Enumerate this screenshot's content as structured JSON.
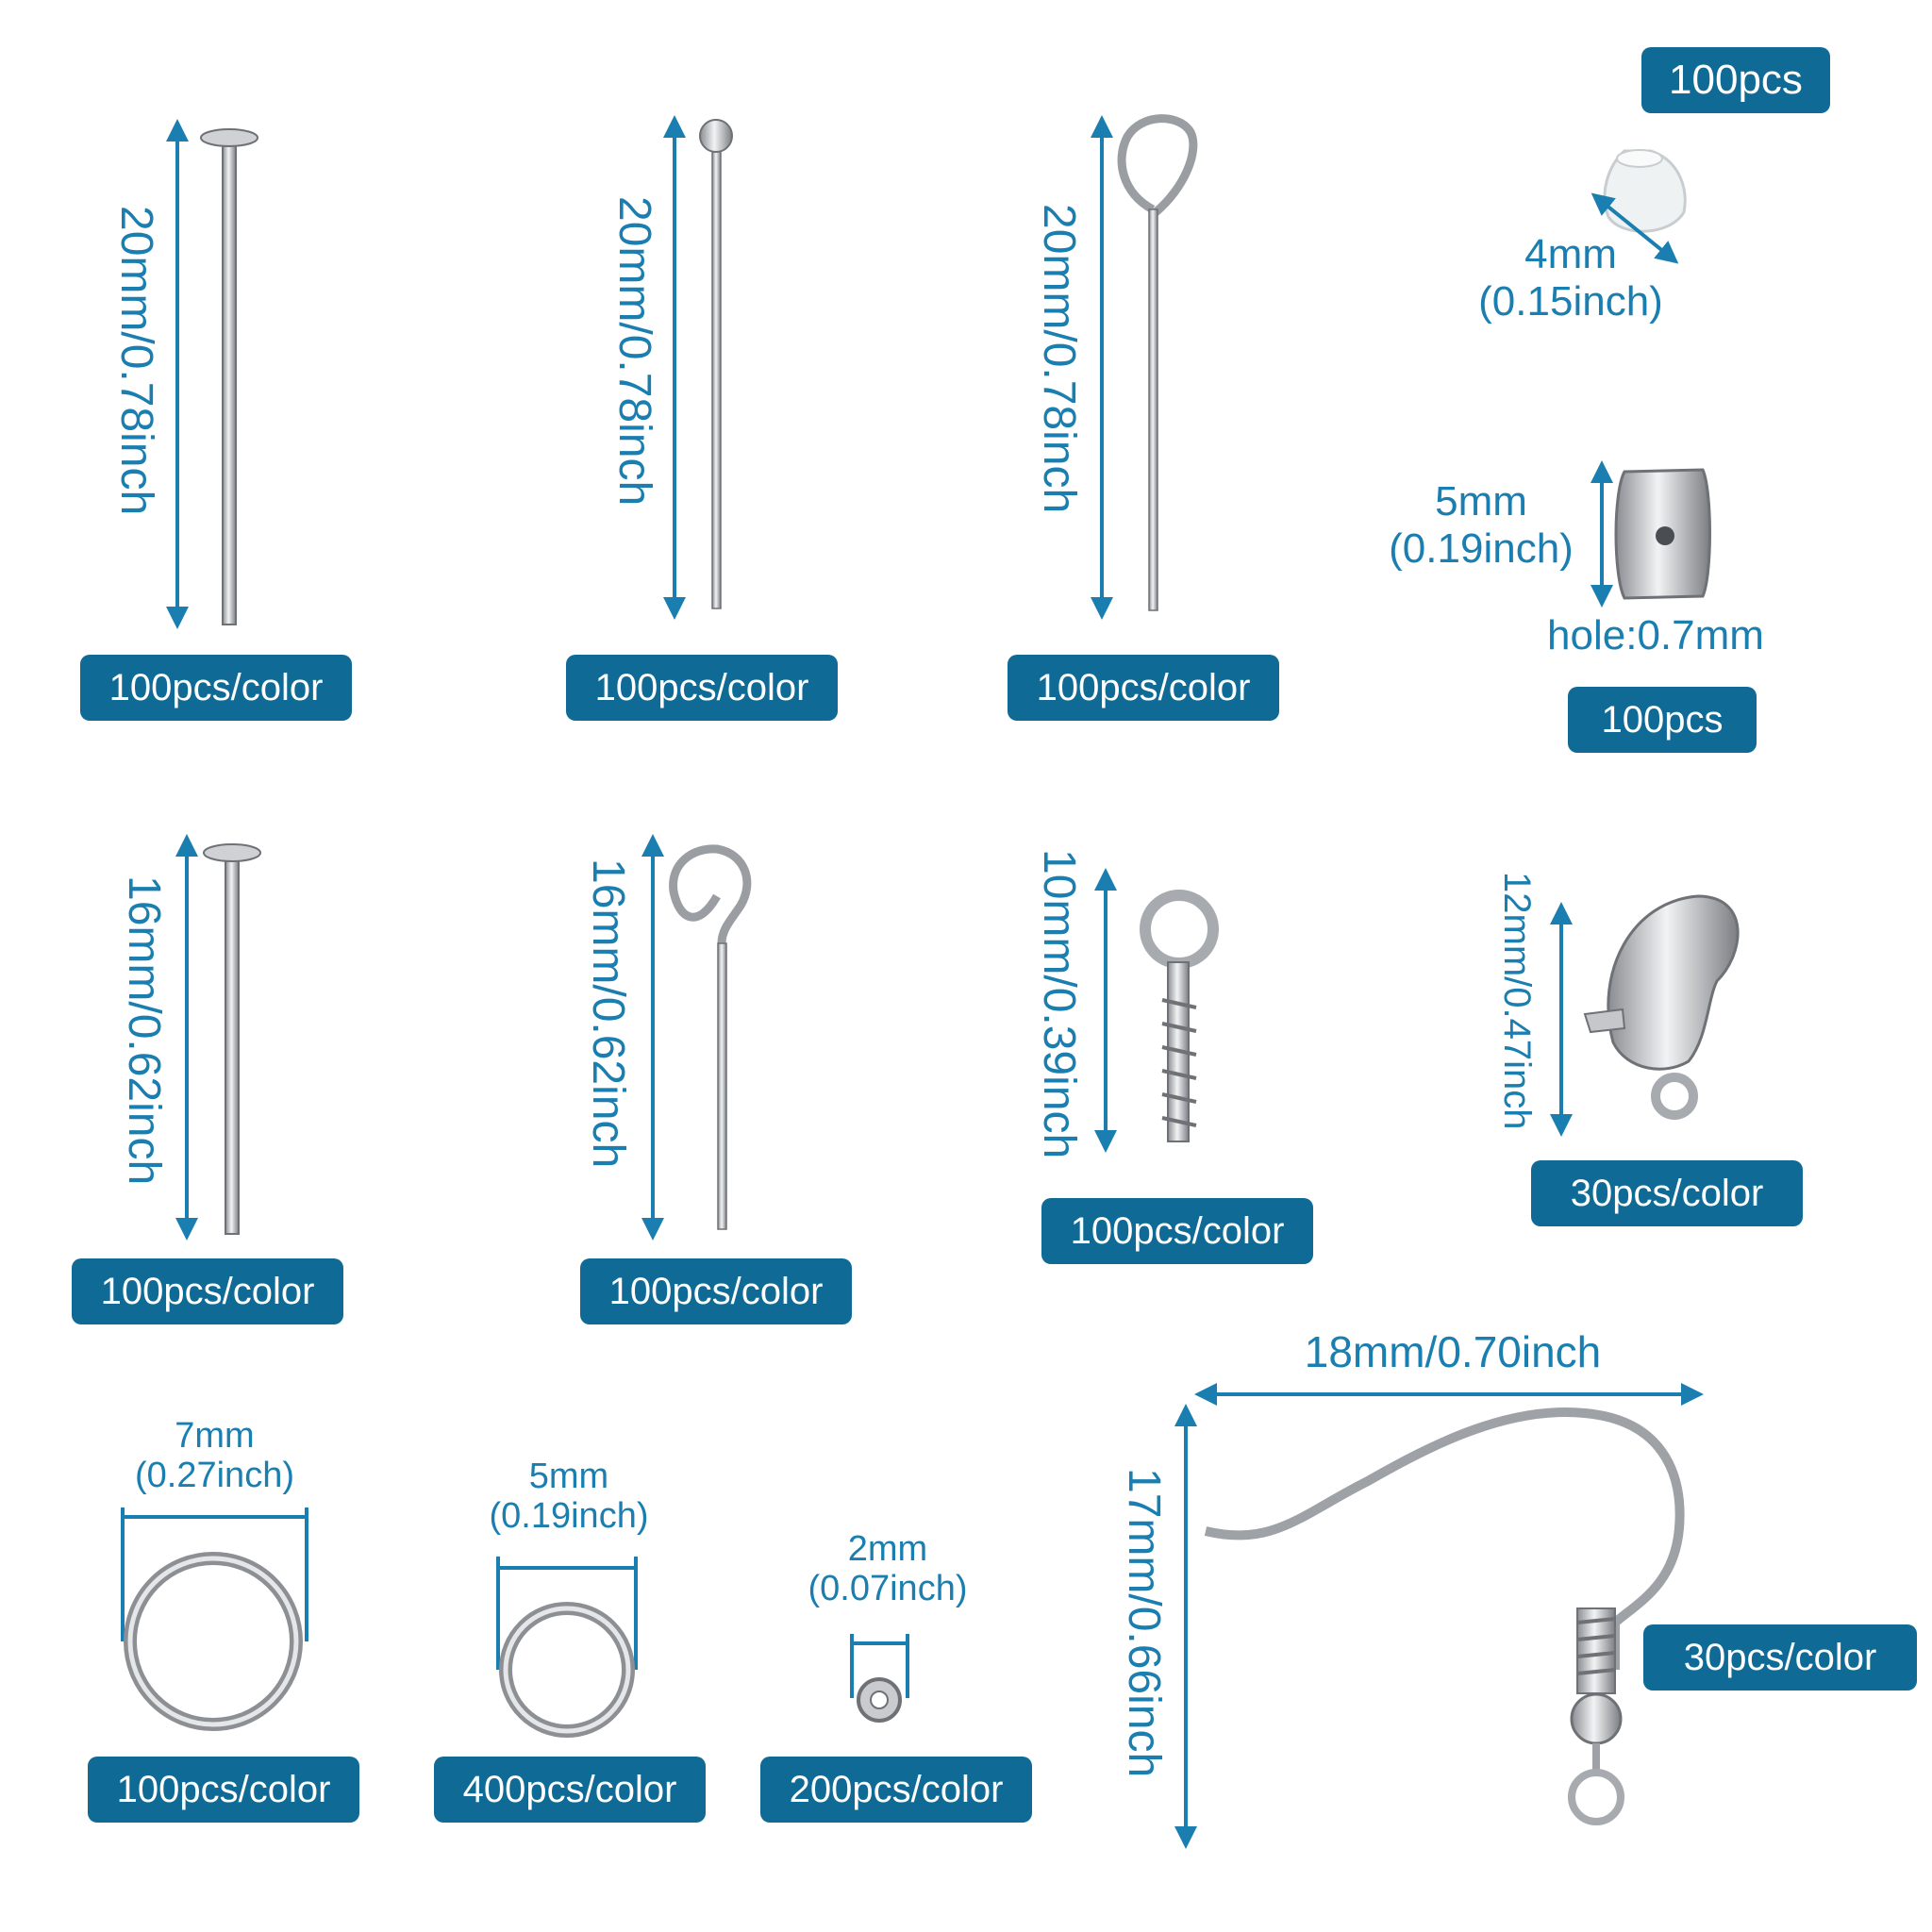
{
  "accent_color": "#0f6b96",
  "text_color": "#1a7fb0",
  "items": {
    "flat_headpin_20": {
      "icon": "flat-head-pin-icon",
      "length": "20mm/0.78inch",
      "qty": "100pcs/color"
    },
    "ball_headpin_20": {
      "icon": "ball-head-pin-icon",
      "length": "20mm/0.78inch",
      "qty": "100pcs/color"
    },
    "eye_pin_20": {
      "icon": "eye-pin-icon",
      "length": "20mm/0.78inch",
      "qty": "100pcs/color"
    },
    "rubber_back": {
      "icon": "rubber-earring-back-icon",
      "qty": "100pcs",
      "size_mm": "4mm",
      "size_in": "(0.15inch)"
    },
    "metal_back": {
      "icon": "metal-earring-back-icon",
      "size_mm": "5mm",
      "size_in": "(0.19inch)",
      "hole": "hole:0.7mm",
      "qty": "100pcs"
    },
    "flat_headpin_16": {
      "icon": "flat-head-pin-icon",
      "length": "16mm/0.62inch",
      "qty": "100pcs/color"
    },
    "eye_pin_16": {
      "icon": "eye-pin-icon",
      "length": "16mm/0.62inch",
      "qty": "100pcs/color"
    },
    "screw_eye": {
      "icon": "screw-eye-pin-icon",
      "length": "10mm/0.39inch",
      "qty": "100pcs/color"
    },
    "lobster_clasp": {
      "icon": "lobster-clasp-icon",
      "length": "12mm/0.47inch",
      "qty": "30pcs/color"
    },
    "jump_ring_7": {
      "icon": "jump-ring-icon",
      "size_mm": "7mm",
      "size_in": "(0.27inch)",
      "qty": "100pcs/color"
    },
    "jump_ring_5": {
      "icon": "jump-ring-icon",
      "size_mm": "5mm",
      "size_in": "(0.19inch)",
      "qty": "400pcs/color"
    },
    "crimp_bead": {
      "icon": "crimp-bead-icon",
      "size_mm": "2mm",
      "size_in": "(0.07inch)",
      "qty": "200pcs/color"
    },
    "earring_hook": {
      "icon": "earring-hook-icon",
      "width": "18mm/0.70inch",
      "height": "17mm/0.66inch",
      "qty": "30pcs/color"
    }
  }
}
